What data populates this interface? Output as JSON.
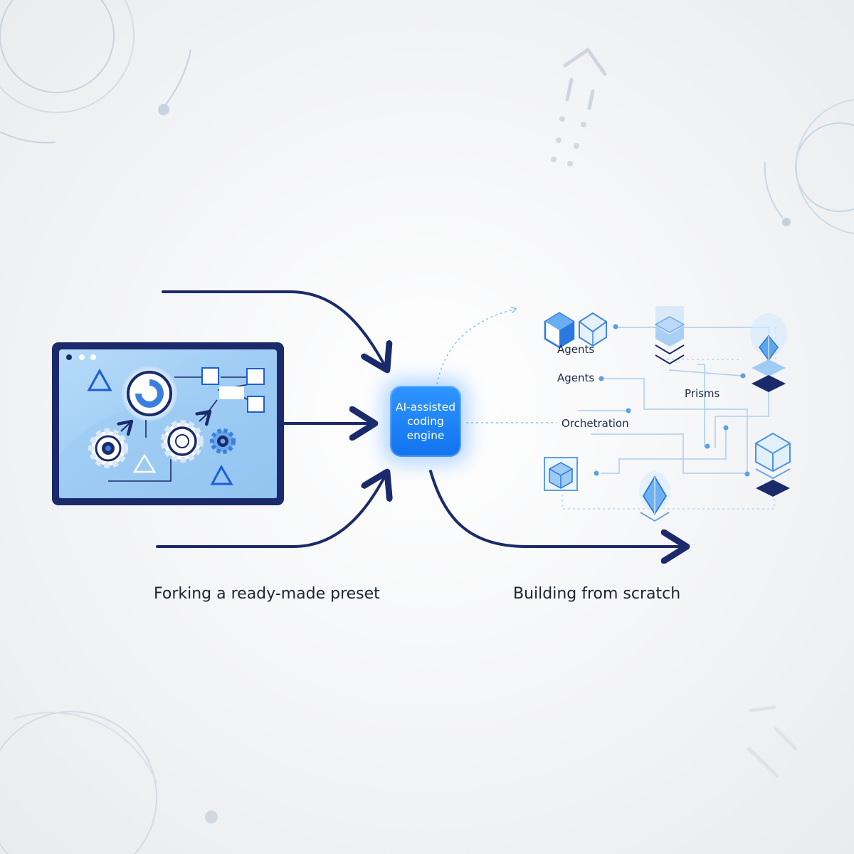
{
  "engine": {
    "label": "AI-assisted coding engine"
  },
  "captions": {
    "left": "Forking a ready-made preset",
    "right": "Building from scratch"
  },
  "network_labels": {
    "agents_top": "Agents",
    "agents_mid": "Agents",
    "prisms": "Prisms",
    "orchestration": "Orchetration"
  },
  "colors": {
    "navy": "#1b2a6b",
    "accent": "#1a7cf5",
    "panel": "#9fcbf3",
    "light_blue": "#8cc0ee"
  }
}
